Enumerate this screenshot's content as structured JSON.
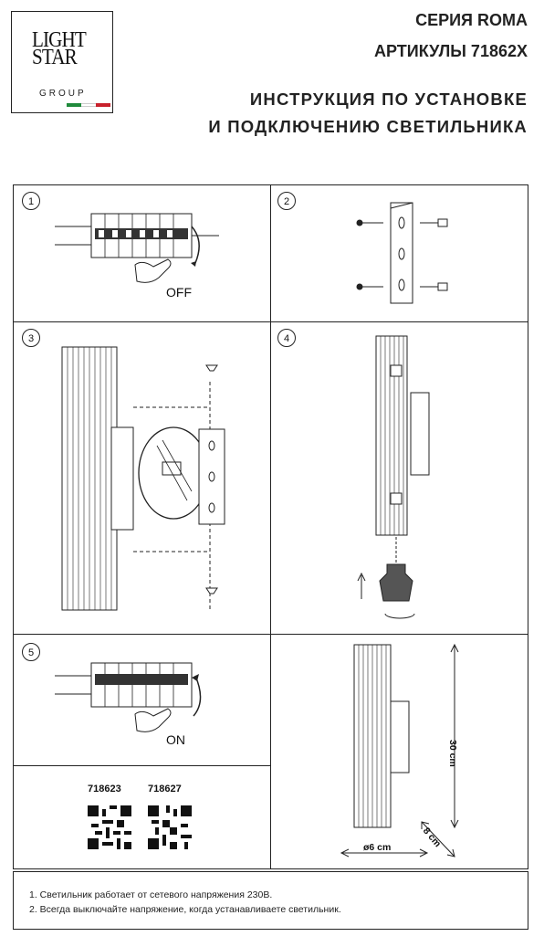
{
  "logo": {
    "line1": "LIGHT",
    "line2": "STAR",
    "line3": "GROUP"
  },
  "header": {
    "series": "СЕРИЯ ROMA",
    "articles": "АРТИКУЛЫ 71862X",
    "title_line1": "ИНСТРУКЦИЯ ПО УСТАНОВКЕ",
    "title_line2": "И ПОДКЛЮЧЕНИЮ СВЕТИЛЬНИКА"
  },
  "steps": [
    "1",
    "2",
    "3",
    "4",
    "5"
  ],
  "switch_labels": {
    "off": "OFF",
    "on": "ON"
  },
  "articles": [
    "718623",
    "718627"
  ],
  "dimensions": {
    "height": "30 cm",
    "depth": "8 cm",
    "diameter": "ø6 cm"
  },
  "notes": [
    "1. Светильник работает от сетевого напряжения 230В.",
    "2. Всегда выключайте напряжение, когда устанавливаете светильник."
  ],
  "colors": {
    "line": "#222222",
    "flag_green": "#1f8a3b",
    "flag_white": "#ffffff",
    "flag_red": "#c8202b"
  }
}
